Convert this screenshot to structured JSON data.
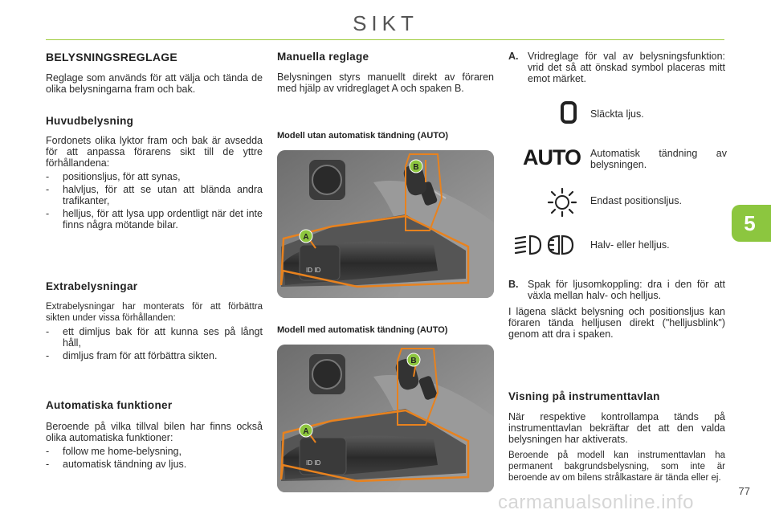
{
  "page": {
    "title": "SIKT",
    "chapter": "5",
    "page_number": "77",
    "watermark": "carmanualsonline.info"
  },
  "col1": {
    "h_main": "BELYSNINGSREGLAGE",
    "intro": "Reglage som används för att välja och tända de olika belysningarna fram och bak.",
    "h_huvud": "Huvudbelysning",
    "huvud_text": "Fordonets olika lyktor fram och bak är avsedda för att anpassa förarens sikt till de yttre förhållandena:",
    "huvud_items": [
      "positionsljus, för att synas,",
      "halvljus, för att se utan att blända andra trafikanter,",
      "helljus, för att lysa upp ordentligt när det inte finns några mötande bilar."
    ],
    "h_extra": "Extrabelysningar",
    "extra_text": "Extrabelysningar har monterats för att förbättra sikten under vissa förhållanden:",
    "extra_items": [
      "ett dimljus bak för att kunna ses på långt håll,",
      "dimljus fram för att förbättra sikten."
    ],
    "h_auto": "Automatiska funktioner",
    "auto_text": "Beroende på vilka tillval bilen har finns också olika automatiska funktioner:",
    "auto_items": [
      "follow me home-belysning,",
      "automatisk tändning av ljus."
    ],
    "dash": "-"
  },
  "col2": {
    "h_manual": "Manuella reglage",
    "manual_text": "Belysningen styrs manuellt direkt av föraren med hjälp av vridreglaget A och spaken B.",
    "caption1": "Modell utan automatisk tändning (AUTO)",
    "caption2": "Modell med automatisk tändning (AUTO)",
    "callout_a": "A",
    "callout_b": "B"
  },
  "col3": {
    "a_label": "A.",
    "a_text": "Vridreglage för val av belysningsfunktion: vrid det så att önskad symbol placeras mitt emot märket.",
    "symbols": [
      {
        "icon": "off-icon",
        "label": "Släckta ljus."
      },
      {
        "icon": "auto-icon",
        "text": "AUTO",
        "label": "Automatisk tändning av belysningen."
      },
      {
        "icon": "position-light-icon",
        "label": "Endast positionsljus."
      },
      {
        "icon": "headlight-icon",
        "label": "Halv- eller helljus."
      }
    ],
    "b_label": "B.",
    "b_text": "Spak för ljusomkoppling: dra i den för att växla mellan halv- och helljus.",
    "b_text2": "I lägena släckt belysning och positionsljus kan föraren tända helljusen direkt (\"helljusblink\") genom att dra i spaken.",
    "h_visning": "Visning på instrumenttavlan",
    "visning_text1": "När respektive kontrollampa tänds på instrumenttavlan bekräftar det att den valda belysningen har aktiverats.",
    "visning_text2": "Beroende på modell kan instrumenttavlan ha permanent bakgrundsbelysning, som inte är beroende av om bilens strålkastare är tända eller ej."
  },
  "colors": {
    "accent_green": "#8cc63f",
    "callout_green": "#8dc63f",
    "highlight_orange": "#e8821e"
  }
}
